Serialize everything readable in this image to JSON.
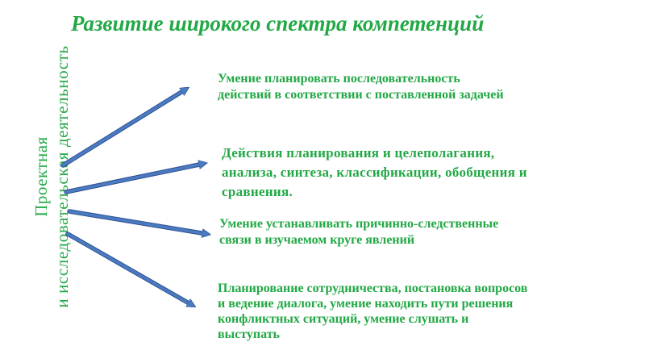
{
  "title": "Развитие широкого спектра компетенций",
  "side_label": {
    "line1": "Проектная",
    "line2": "и исследовательская деятельность"
  },
  "items": [
    {
      "lines": [
        "Умение планировать последовательность",
        "действий в соответствии с поставленной задачей"
      ]
    },
    {
      "lines": [
        "Действия планирования и целеполагания,",
        "анализа, синтеза, классификации, обобщения и",
        "сравнения."
      ]
    },
    {
      "lines": [
        "Умение устанавливать причинно-следственные",
        "связи в изучаемом круге явлений"
      ]
    },
    {
      "lines": [
        "Планирование сотрудничества, постановка вопросов",
        "и ведение диалога, умение находить пути решения",
        "конфликтных ситуаций, умение слушать и",
        "выступать"
      ]
    }
  ],
  "colors": {
    "text": "#22a845",
    "arrow_fill": "#4a7ac2",
    "arrow_stroke": "#2f528f"
  }
}
